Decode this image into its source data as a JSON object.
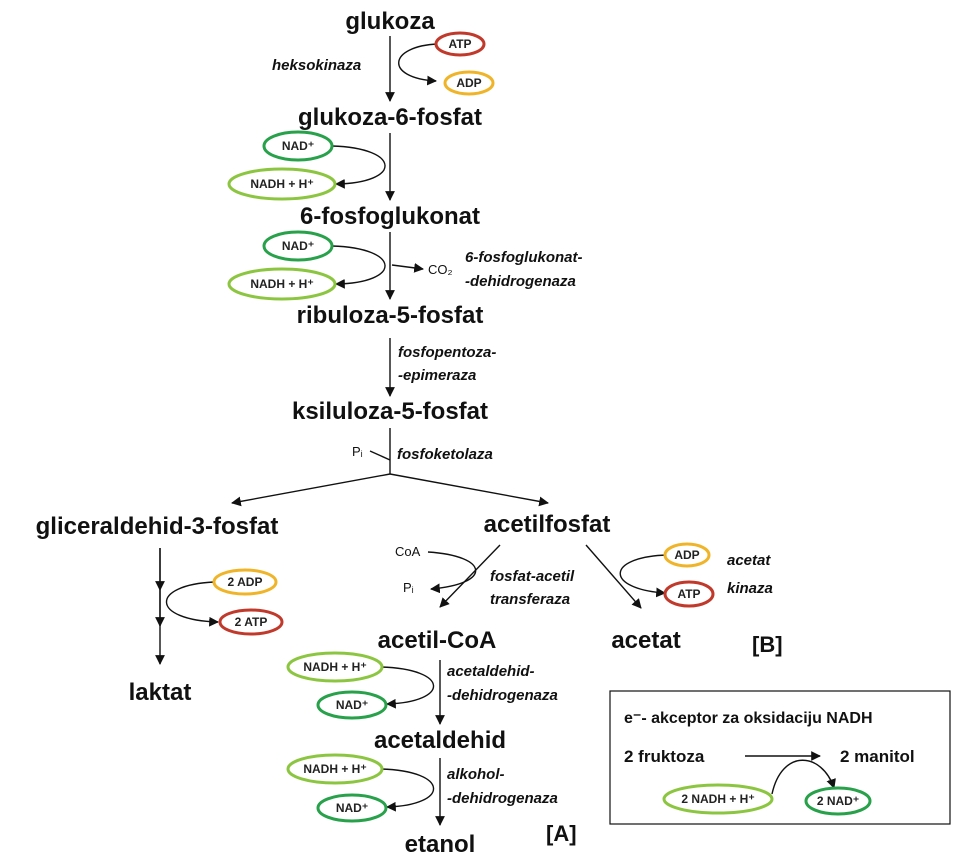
{
  "colors": {
    "atp": "#c0392b",
    "adp": "#f0b429",
    "nad": "#27a14a",
    "nadh": "#8cc640",
    "ink": "#111111"
  },
  "metabolites": {
    "glukoza": "glukoza",
    "g6p": "glukoza-6-fosfat",
    "pg6": "6-fosfoglukonat",
    "ru5p": "ribuloza-5-fosfat",
    "xu5p": "ksiluloza-5-fosfat",
    "g3p": "gliceraldehid-3-fosfat",
    "acetilfosfat": "acetilfosfat",
    "laktat": "laktat",
    "acetilcoa": "acetil-CoA",
    "acetat": "acetat",
    "acetaldehid": "acetaldehid",
    "etanol": "etanol"
  },
  "enzymes": {
    "heksokinaza": "heksokinaza",
    "pgd_1": "6-fosfoglukonat-",
    "pgd_2": "-dehidrogenaza",
    "epim_1": "fosfopentoza-",
    "epim_2": "-epimeraza",
    "fosfoketolaza": "fosfoketolaza",
    "pta_1": "fosfat-acetil",
    "pta_2": "transferaza",
    "ack_1": "acetat",
    "ack_2": "kinaza",
    "aldh_1": "acetaldehid-",
    "aldh_2": "-dehidrogenaza",
    "adh_1": "alkohol-",
    "adh_2": "-dehidrogenaza"
  },
  "cofactors": {
    "atp": "ATP",
    "adp": "ADP",
    "nad": "NAD⁺",
    "nadh": "NADH + H⁺",
    "adp2": "2 ADP",
    "atp2": "2 ATP",
    "nadh2": "2 NADH + H⁺",
    "nad2": "2 NAD⁺",
    "co2": "CO₂",
    "pi": "Pᵢ",
    "coa": "CoA"
  },
  "tags": {
    "a": "[A]",
    "b": "[B]"
  },
  "box": {
    "title": "e⁻- akceptor za oksidaciju NADH",
    "substrate": "2 fruktoza",
    "product": "2 manitol"
  }
}
